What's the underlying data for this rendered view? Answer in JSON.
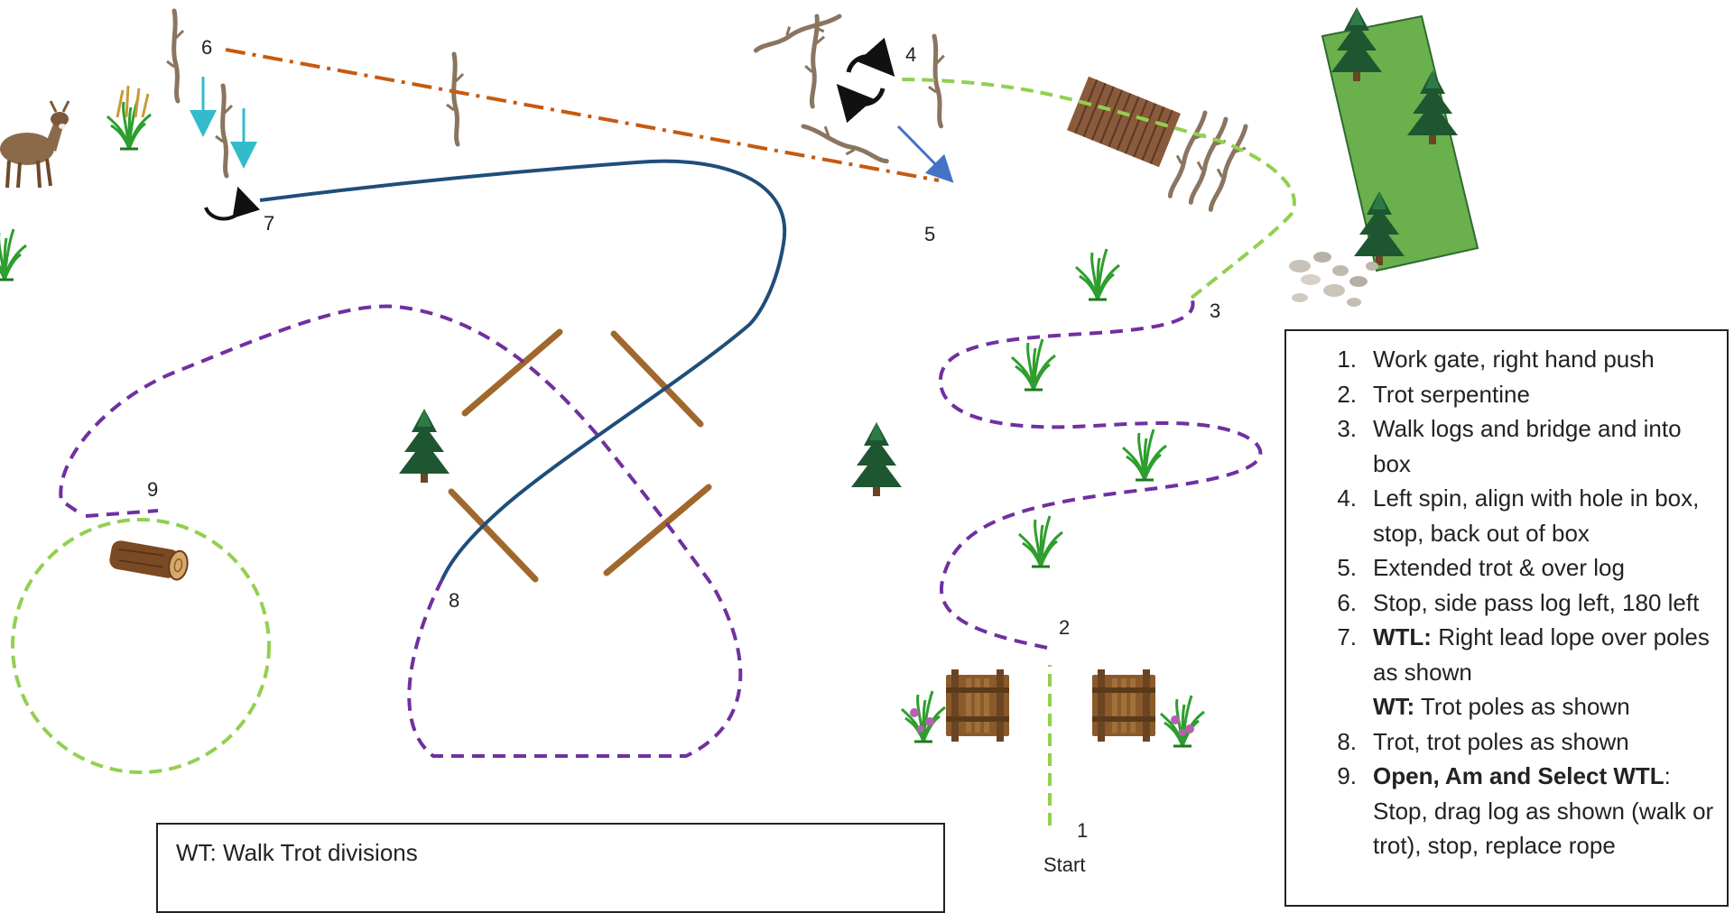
{
  "markers": [
    "1",
    "2",
    "3",
    "4",
    "5",
    "6",
    "7",
    "8",
    "9"
  ],
  "start_label": "Start",
  "instructions": [
    {
      "num": "1.",
      "parts": [
        {
          "text": "Work gate, right hand push",
          "bold": false
        }
      ]
    },
    {
      "num": "2.",
      "parts": [
        {
          "text": "Trot serpentine",
          "bold": false
        }
      ]
    },
    {
      "num": "3.",
      "parts": [
        {
          "text": "Walk logs and bridge and into box",
          "bold": false
        }
      ]
    },
    {
      "num": "4.",
      "parts": [
        {
          "text": "Left spin, align with hole in box, stop, back out of box",
          "bold": false
        }
      ]
    },
    {
      "num": "5.",
      "parts": [
        {
          "text": "Extended trot & over log",
          "bold": false
        }
      ]
    },
    {
      "num": "6.",
      "parts": [
        {
          "text": "Stop, side pass log left, 180 left",
          "bold": false
        }
      ]
    },
    {
      "num": "7.",
      "parts": [
        {
          "text": "WTL:",
          "bold": true
        },
        {
          "text": " Right lead lope over poles as shown",
          "bold": false
        }
      ]
    },
    {
      "num": "",
      "parts": [
        {
          "text": "WT:",
          "bold": true
        },
        {
          "text": " Trot poles as shown",
          "bold": false
        }
      ]
    },
    {
      "num": "8.",
      "parts": [
        {
          "text": "Trot, trot poles as shown",
          "bold": false
        }
      ]
    },
    {
      "num": "9.",
      "parts": [
        {
          "text": "Open, Am and Select WTL",
          "bold": true
        },
        {
          "text": ": Stop, drag log as shown (walk or trot), stop, replace rope",
          "bold": false
        }
      ]
    }
  ],
  "legend_text": "WT: Walk Trot divisions",
  "colors": {
    "green_path": "#92d050",
    "purple_path": "#7030a0",
    "blue_path": "#1f4e79",
    "orange_path": "#c55a11",
    "pole": "#8b5a2b",
    "arrow_cyan": "#33bbcc",
    "arrow_blue": "#4472c4",
    "field": "#6ab04c"
  },
  "icons": [
    "deer-icon",
    "tree-icon",
    "grass-tuft-icon",
    "gate-icon",
    "bridge-icon",
    "log-icon",
    "rocks-icon",
    "branch-log-icon",
    "spin-arrow-icon"
  ]
}
